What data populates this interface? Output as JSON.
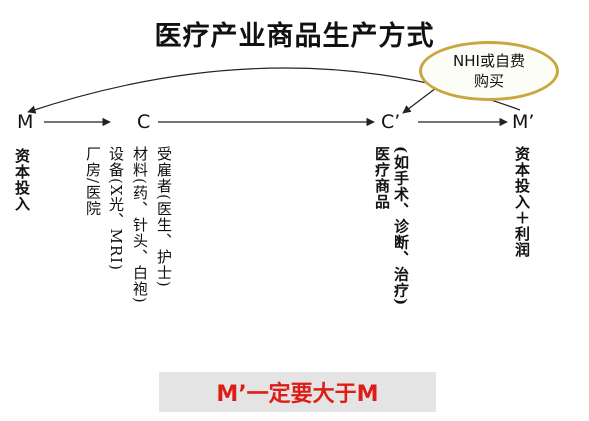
{
  "title": "医疗产业商品生产方式",
  "nodes": {
    "m": "M",
    "c": "C",
    "c_prime": "C’",
    "m_prime": "M’"
  },
  "labels": {
    "m_desc": "资本投入",
    "c_col1": "受雇者(医生、护士)",
    "c_col2": "材料(药、针头、白袍)",
    "c_col3": "设备(X光、MRI)",
    "c_col4": "厂房/医院",
    "c_prime_col1": "医疗商品",
    "c_prime_col2": "(如手术、诊断、治疗)",
    "m_prime_desc": "资本投入＋利润"
  },
  "callout": {
    "line1": "NHI或自费",
    "line2": "购买"
  },
  "conclusion": "M’一定要大于M",
  "colors": {
    "ellipse_border": "#c9a640",
    "conclusion_text": "#dd1d17",
    "conclusion_bg": "#e4e4e4"
  }
}
